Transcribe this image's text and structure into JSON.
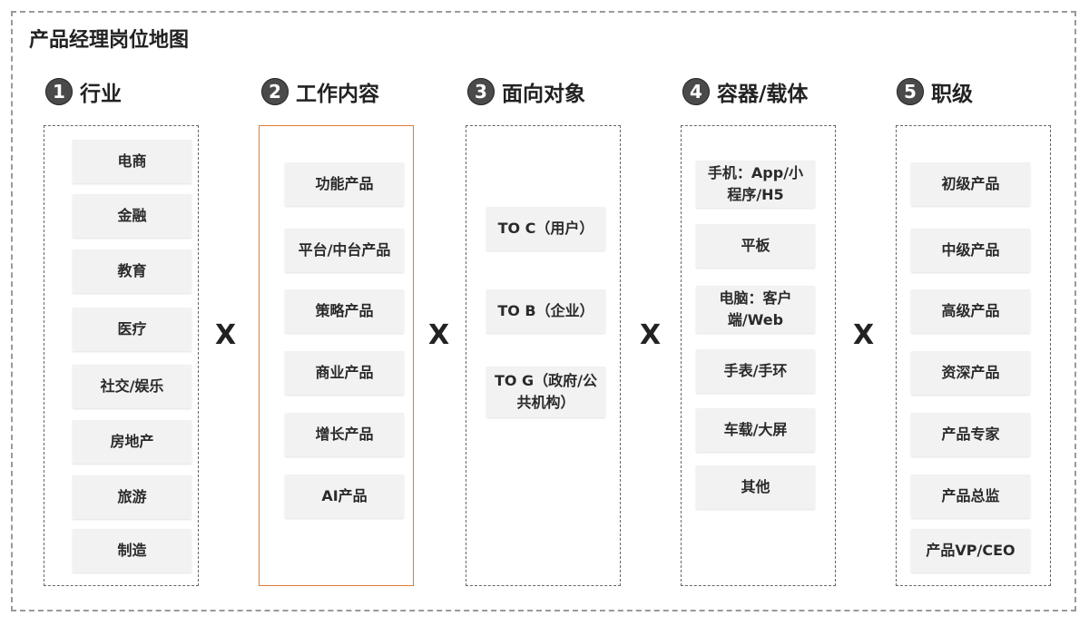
{
  "title": "产品经理岗位地图",
  "columns": [
    {
      "number": "1",
      "label": "行业",
      "items": [
        "电商",
        "金融",
        "教育",
        "医疗",
        "社交/娱乐",
        "房地产",
        "旅游",
        "制造"
      ]
    },
    {
      "number": "2",
      "label": "工作内容",
      "items": [
        "功能产品",
        "平台/中台产品",
        "策略产品",
        "商业产品",
        "增长产品",
        "AI产品"
      ]
    },
    {
      "number": "3",
      "label": "面向对象",
      "items": [
        "TO C（用户）",
        "TO B（企业）",
        "TO G（政府/公共机构）"
      ]
    },
    {
      "number": "4",
      "label": "容器/载体",
      "items": [
        "手机：App/小程序/H5",
        "平板",
        "电脑：客户端/Web",
        "手表/手环",
        "车载/大屏",
        "其他"
      ]
    },
    {
      "number": "5",
      "label": "职级",
      "items": [
        "初级产品",
        "中级产品",
        "高级产品",
        "资深产品",
        "产品专家",
        "产品总监",
        "产品VP/CEO"
      ]
    }
  ],
  "operator": "X",
  "colors": {
    "highlight_border": "#e07b36",
    "badge": "#4a4a4a",
    "item_bg": "#f2f2f2"
  }
}
